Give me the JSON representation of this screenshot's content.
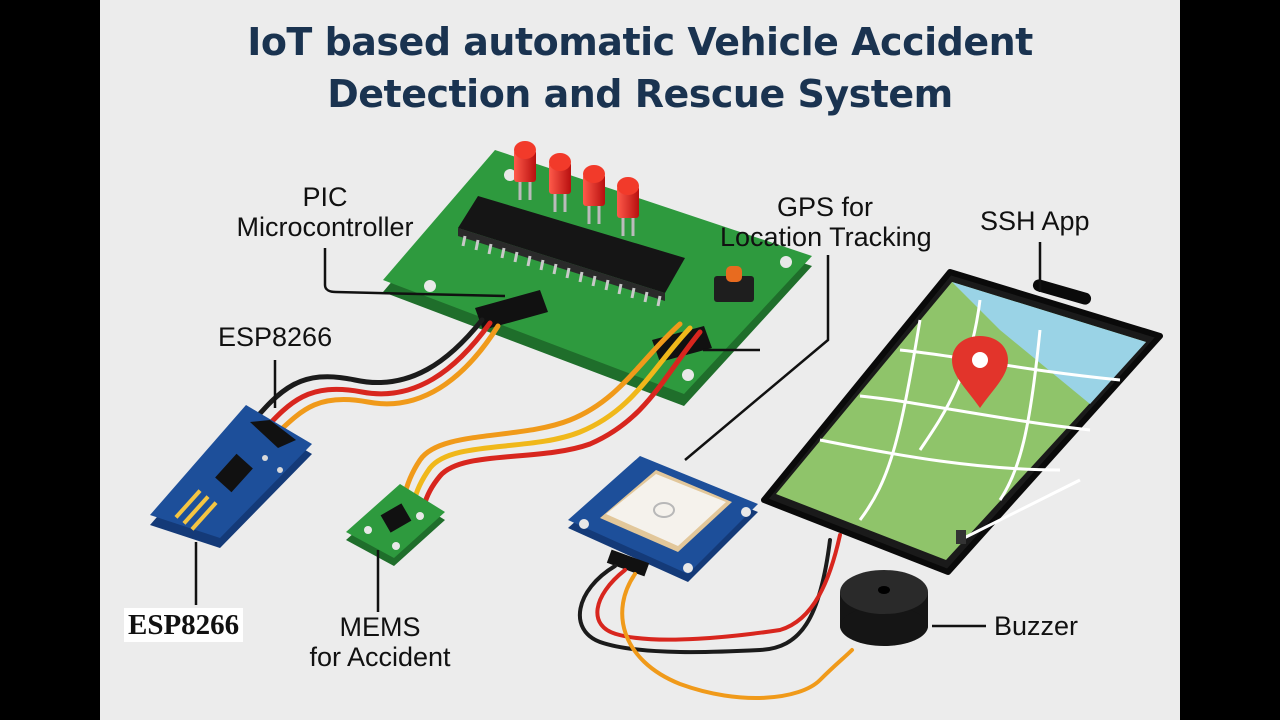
{
  "title": {
    "line1": "IoT based automatic Vehicle Accident",
    "line2": "Detection and Rescue System"
  },
  "labels": {
    "pic_line1": "PIC",
    "pic_line2": "Microcontroller",
    "gps_line1": "GPS for",
    "gps_line2": "Location Tracking",
    "ssh_app": "SSH App",
    "esp_top": "ESP8266",
    "esp_bottom": "ESP8266",
    "mems_line1": "MEMS",
    "mems_line2": "for Accident",
    "buzzer": "Buzzer"
  },
  "colors": {
    "title": "#1a3350",
    "pcb_green": "#2e9a3e",
    "esp_blue": "#1d4f9a",
    "led_red": "#e21b1b",
    "map_green": "#8fc46a",
    "map_water": "#9ad3e6",
    "wire_red": "#d8261e",
    "wire_orange": "#f09a1a",
    "wire_black": "#1b1b1b"
  },
  "icons": [
    "map-pin-icon",
    "wifi-antenna-icon"
  ]
}
